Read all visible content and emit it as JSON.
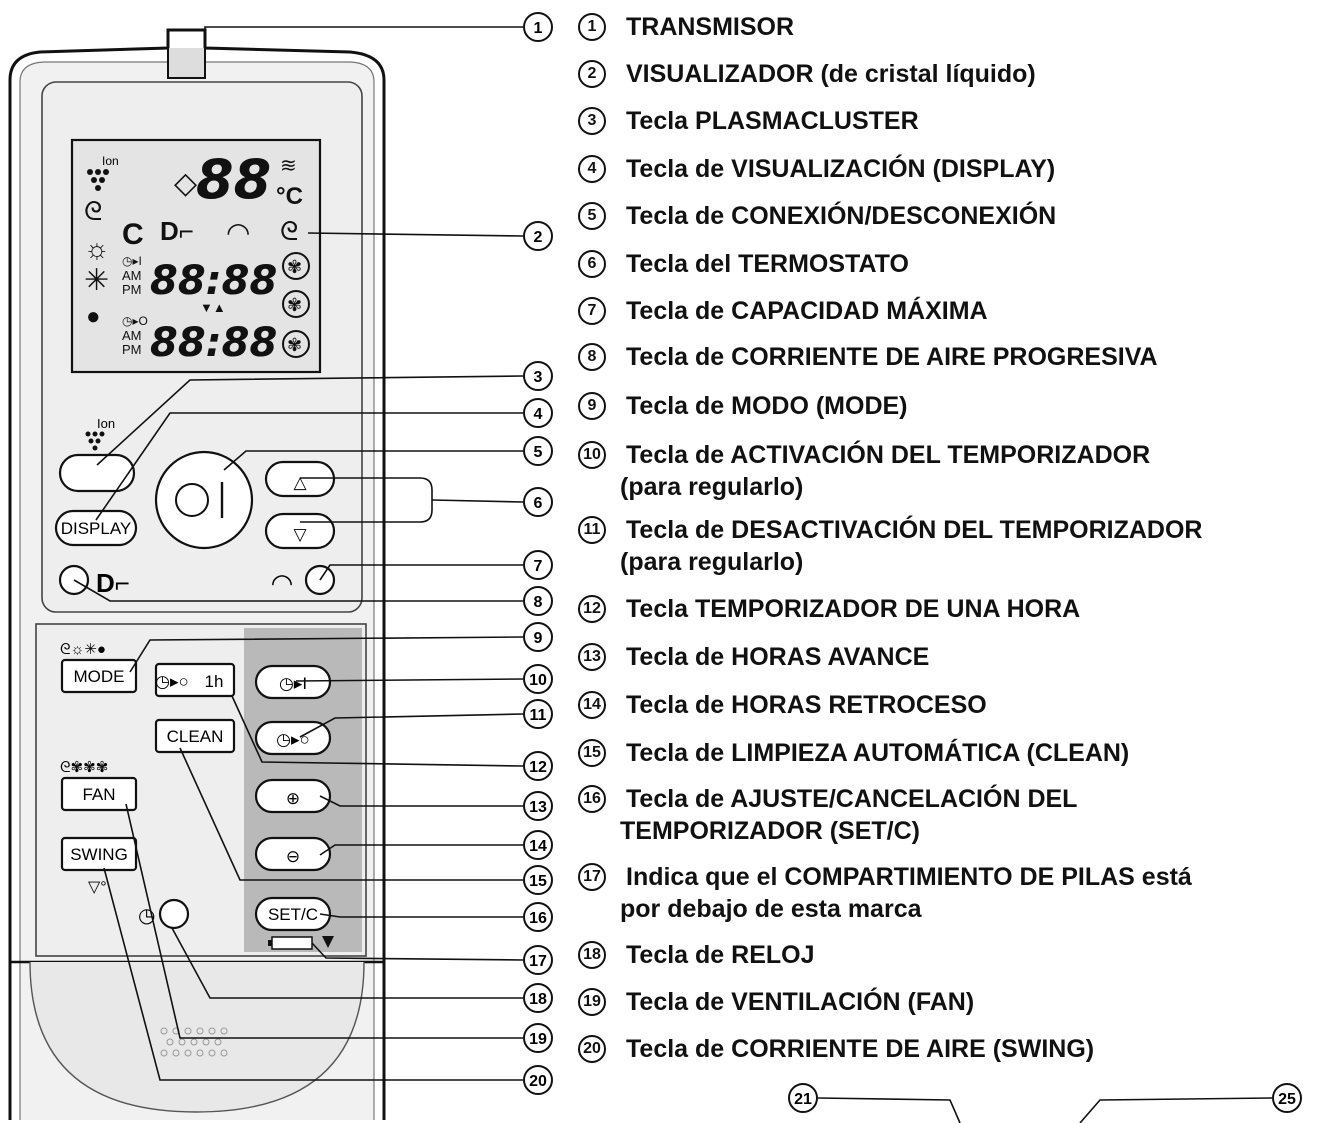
{
  "remote": {
    "lcd": {
      "ion_label": "Ion",
      "temp_digits": "88",
      "temp_unit": "°C",
      "timer_on_digits": "88:88",
      "timer_off_digits": "88:88",
      "am": "AM",
      "pm": "PM"
    },
    "ion_key_label": "Ion",
    "display_label": "DISPLAY",
    "mode_label": "MODE",
    "one_hour_label": "1h",
    "clean_label": "CLEAN",
    "fan_label": "FAN",
    "swing_label": "SWING",
    "setc_label": "SET/C"
  },
  "callouts": [
    "1",
    "2",
    "3",
    "4",
    "5",
    "6",
    "7",
    "8",
    "9",
    "10",
    "11",
    "12",
    "13",
    "14",
    "15",
    "16",
    "17",
    "18",
    "19",
    "20"
  ],
  "extra_callouts": [
    "21",
    "25"
  ],
  "legend": [
    {
      "num": "1",
      "text": "TRANSMISOR"
    },
    {
      "num": "2",
      "text": "VISUALIZADOR (de cristal líquido)"
    },
    {
      "num": "3",
      "text": "Tecla PLASMACLUSTER"
    },
    {
      "num": "4",
      "text": "Tecla de VISUALIZACIÓN (DISPLAY)"
    },
    {
      "num": "5",
      "text": "Tecla de CONEXIÓN/DESCONEXIÓN"
    },
    {
      "num": "6",
      "text": "Tecla del TERMOSTATO"
    },
    {
      "num": "7",
      "text": "Tecla de CAPACIDAD MÁXIMA"
    },
    {
      "num": "8",
      "text": "Tecla de CORRIENTE DE AIRE PROGRESIVA"
    },
    {
      "num": "9",
      "text": "Tecla de MODO (MODE)"
    },
    {
      "num": "10",
      "text": "Tecla de ACTIVACIÓN DEL TEMPORIZADOR",
      "sub": "(para regularlo)"
    },
    {
      "num": "11",
      "text": "Tecla de DESACTIVACIÓN DEL TEMPORIZADOR",
      "sub": "(para regularlo)"
    },
    {
      "num": "12",
      "text": "Tecla TEMPORIZADOR DE UNA HORA"
    },
    {
      "num": "13",
      "text": "Tecla de HORAS AVANCE"
    },
    {
      "num": "14",
      "text": "Tecla de HORAS RETROCESO"
    },
    {
      "num": "15",
      "text": "Tecla de LIMPIEZA AUTOMÁTICA (CLEAN)"
    },
    {
      "num": "16",
      "text": "Tecla de AJUSTE/CANCELACIÓN DEL",
      "sub": "TEMPORIZADOR (SET/C)"
    },
    {
      "num": "17",
      "text": "Indica que el COMPARTIMIENTO DE PILAS está",
      "sub": "por debajo de esta marca"
    },
    {
      "num": "18",
      "text": "Tecla de RELOJ"
    },
    {
      "num": "19",
      "text": "Tecla de VENTILACIÓN (FAN)"
    },
    {
      "num": "20",
      "text": "Tecla de CORRIENTE DE AIRE (SWING)"
    }
  ]
}
